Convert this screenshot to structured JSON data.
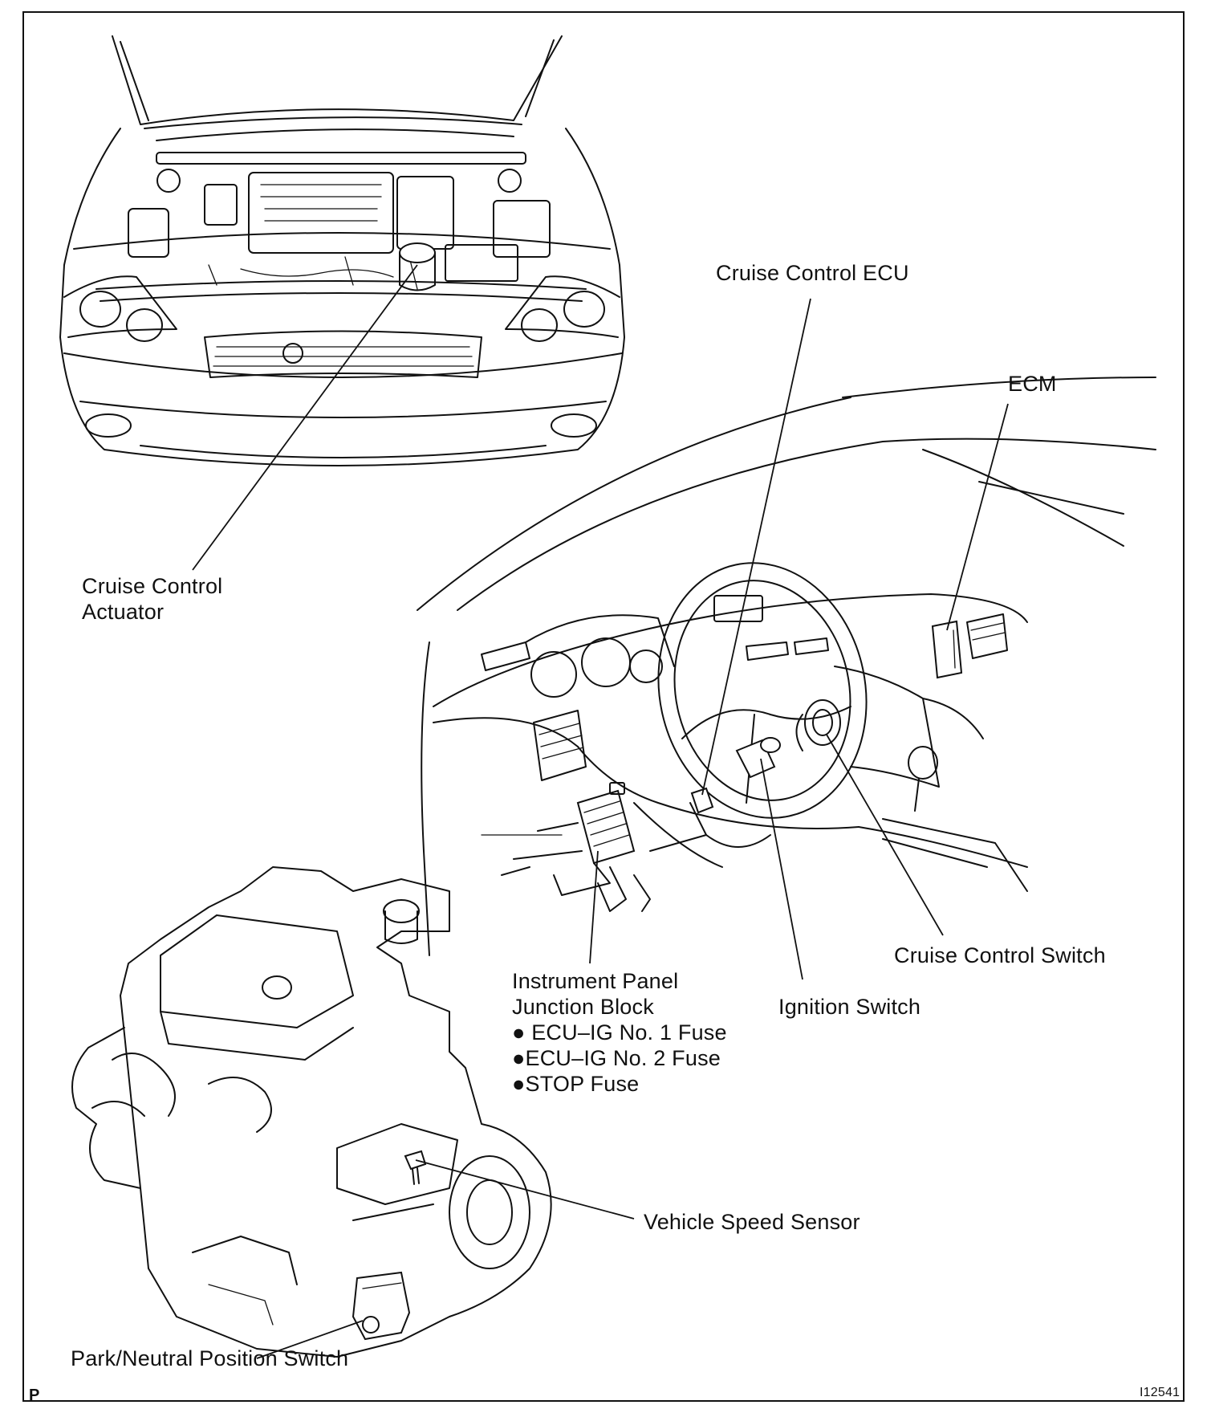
{
  "labels": {
    "cruise_control_ecu": "Cruise Control ECU",
    "ecm": "ECM",
    "cruise_control_actuator_line1": "Cruise Control",
    "cruise_control_actuator_line2": "Actuator",
    "instrument_panel_line1": "Instrument Panel",
    "instrument_panel_line2": "Junction Block",
    "fuse_1": "● ECU–IG No. 1 Fuse",
    "fuse_2": "●ECU–IG No. 2 Fuse",
    "fuse_3": "●STOP Fuse",
    "ignition_switch": "Ignition Switch",
    "cruise_control_switch": "Cruise Control Switch",
    "vehicle_speed_sensor": "Vehicle Speed Sensor",
    "park_neutral_position_switch": "Park/Neutral Position Switch"
  },
  "corner": {
    "page_letter": "P",
    "figure_id": "I12541"
  }
}
